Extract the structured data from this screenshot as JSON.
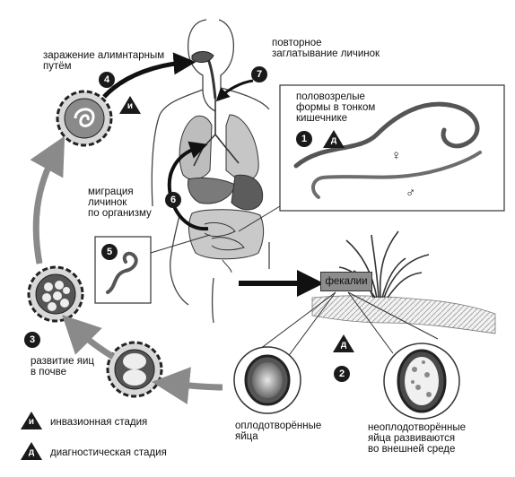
{
  "labels": {
    "reinfection": [
      "повторное",
      "заглатывание личинок"
    ],
    "alimentary": [
      "заражение алимнтарным",
      "путём"
    ],
    "adults": [
      "половозрелые",
      "формы в тонком",
      "кишечнике"
    ],
    "migration": [
      "миграция",
      "личинок",
      "по организму"
    ],
    "feces": "фекалии",
    "soil": [
      "развитие яиц",
      "в почве"
    ],
    "fertilized": [
      "оплодотворённые",
      "яйца"
    ],
    "unfertilized": [
      "неоплодотворённые",
      "яйца развиваются",
      "во внешней среде"
    ],
    "female_symbol": "♀",
    "male_symbol": "♂"
  },
  "stages": {
    "s1": "1",
    "s2": "2",
    "s3": "3",
    "s4": "4",
    "s5": "5",
    "s6": "6",
    "s7": "7"
  },
  "stage_marks": {
    "infective": "и",
    "diagnostic": "д"
  },
  "legend": {
    "infective": {
      "mark": "и",
      "text": "инвазионная стадия"
    },
    "diagnostic": {
      "mark": "д",
      "text": "диагностическая стадия"
    }
  },
  "colors": {
    "cycle_arrow": "#8a8a8a",
    "main_arrow": "#111111",
    "feces_box": "#8c8c8c"
  }
}
